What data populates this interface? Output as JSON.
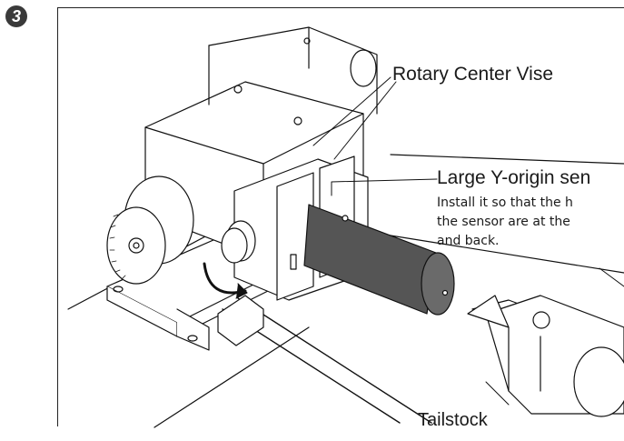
{
  "step": {
    "number": "3"
  },
  "labels": {
    "rotary_center_vise": "Rotary Center Vise",
    "large_y_origin_sensor": "Large Y-origin sen",
    "tailstock": "Tailstock"
  },
  "note": {
    "lines": [
      "Install it so that the h",
      "the sensor are at the",
      "and back."
    ]
  }
}
